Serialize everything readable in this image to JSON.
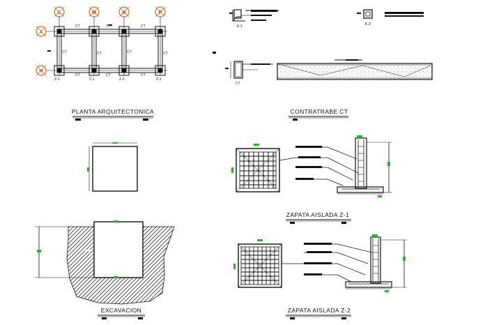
{
  "titles": {
    "planta": "PLANTA ARQUITECTONICA",
    "contratrabe": "CONTRATRABE  CT",
    "zapata1": "ZAPATA AISLADA  Z-1",
    "excavacion": "EXCAVACION",
    "zapata2": "ZAPATA AISLADA  Z-2"
  },
  "grid_axes": {
    "columns": [
      "L",
      "M",
      "N",
      "P"
    ],
    "rows": [
      "I",
      "H"
    ]
  },
  "plan_labels": {
    "ct": "CT",
    "z1": "Z-1",
    "z2": "Z-2"
  },
  "detail_labels": {
    "k1": "K-1",
    "k2": "K-2",
    "ct": "CT"
  },
  "colors": {
    "line": "#111111",
    "axis_bubble": "#e86a1a",
    "dimension": "#22bb22",
    "hatch": "#222222"
  }
}
